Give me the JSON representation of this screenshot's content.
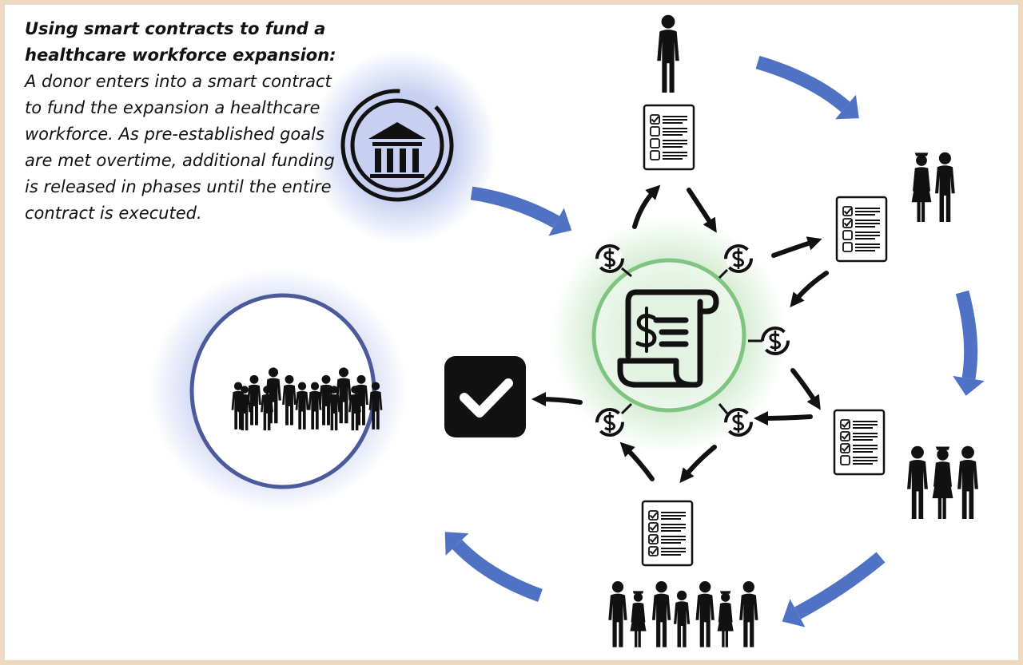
{
  "caption": {
    "title": "Using smart contracts to fund a healthcare workforce expansion:",
    "body": "A donor enters into a smart contract to fund the expansion a healthcare workforce. As pre-established goals are met overtime, additional funding is released in phases until the entire contract is executed."
  },
  "colors": {
    "frame": "#ecd9c0",
    "flow_arrow": "#5072c4",
    "contract_ring": "#7fc47f",
    "contract_glow": "#bfe3bf",
    "donor_glow": "#c4cdf0",
    "group_ellipse": "#4a5a9a",
    "check_box": "#111111",
    "icon": "#111111"
  },
  "icons": {
    "donor": "bank-icon",
    "contract": "contract-scroll-dollar-icon",
    "payment": "dollar-cycle-icon",
    "goals": "checklist-icon",
    "complete": "checkmark-icon",
    "staff": "healthcare-worker-icon"
  },
  "stages": [
    {
      "name": "stage-1",
      "checked_items": 1,
      "total_items": 4,
      "workers": 1
    },
    {
      "name": "stage-2",
      "checked_items": 2,
      "total_items": 4,
      "workers": 2
    },
    {
      "name": "stage-3",
      "checked_items": 3,
      "total_items": 4,
      "workers": 3
    },
    {
      "name": "stage-4",
      "checked_items": 4,
      "total_items": 4,
      "workers": 7
    }
  ],
  "final_workforce_count": 14
}
